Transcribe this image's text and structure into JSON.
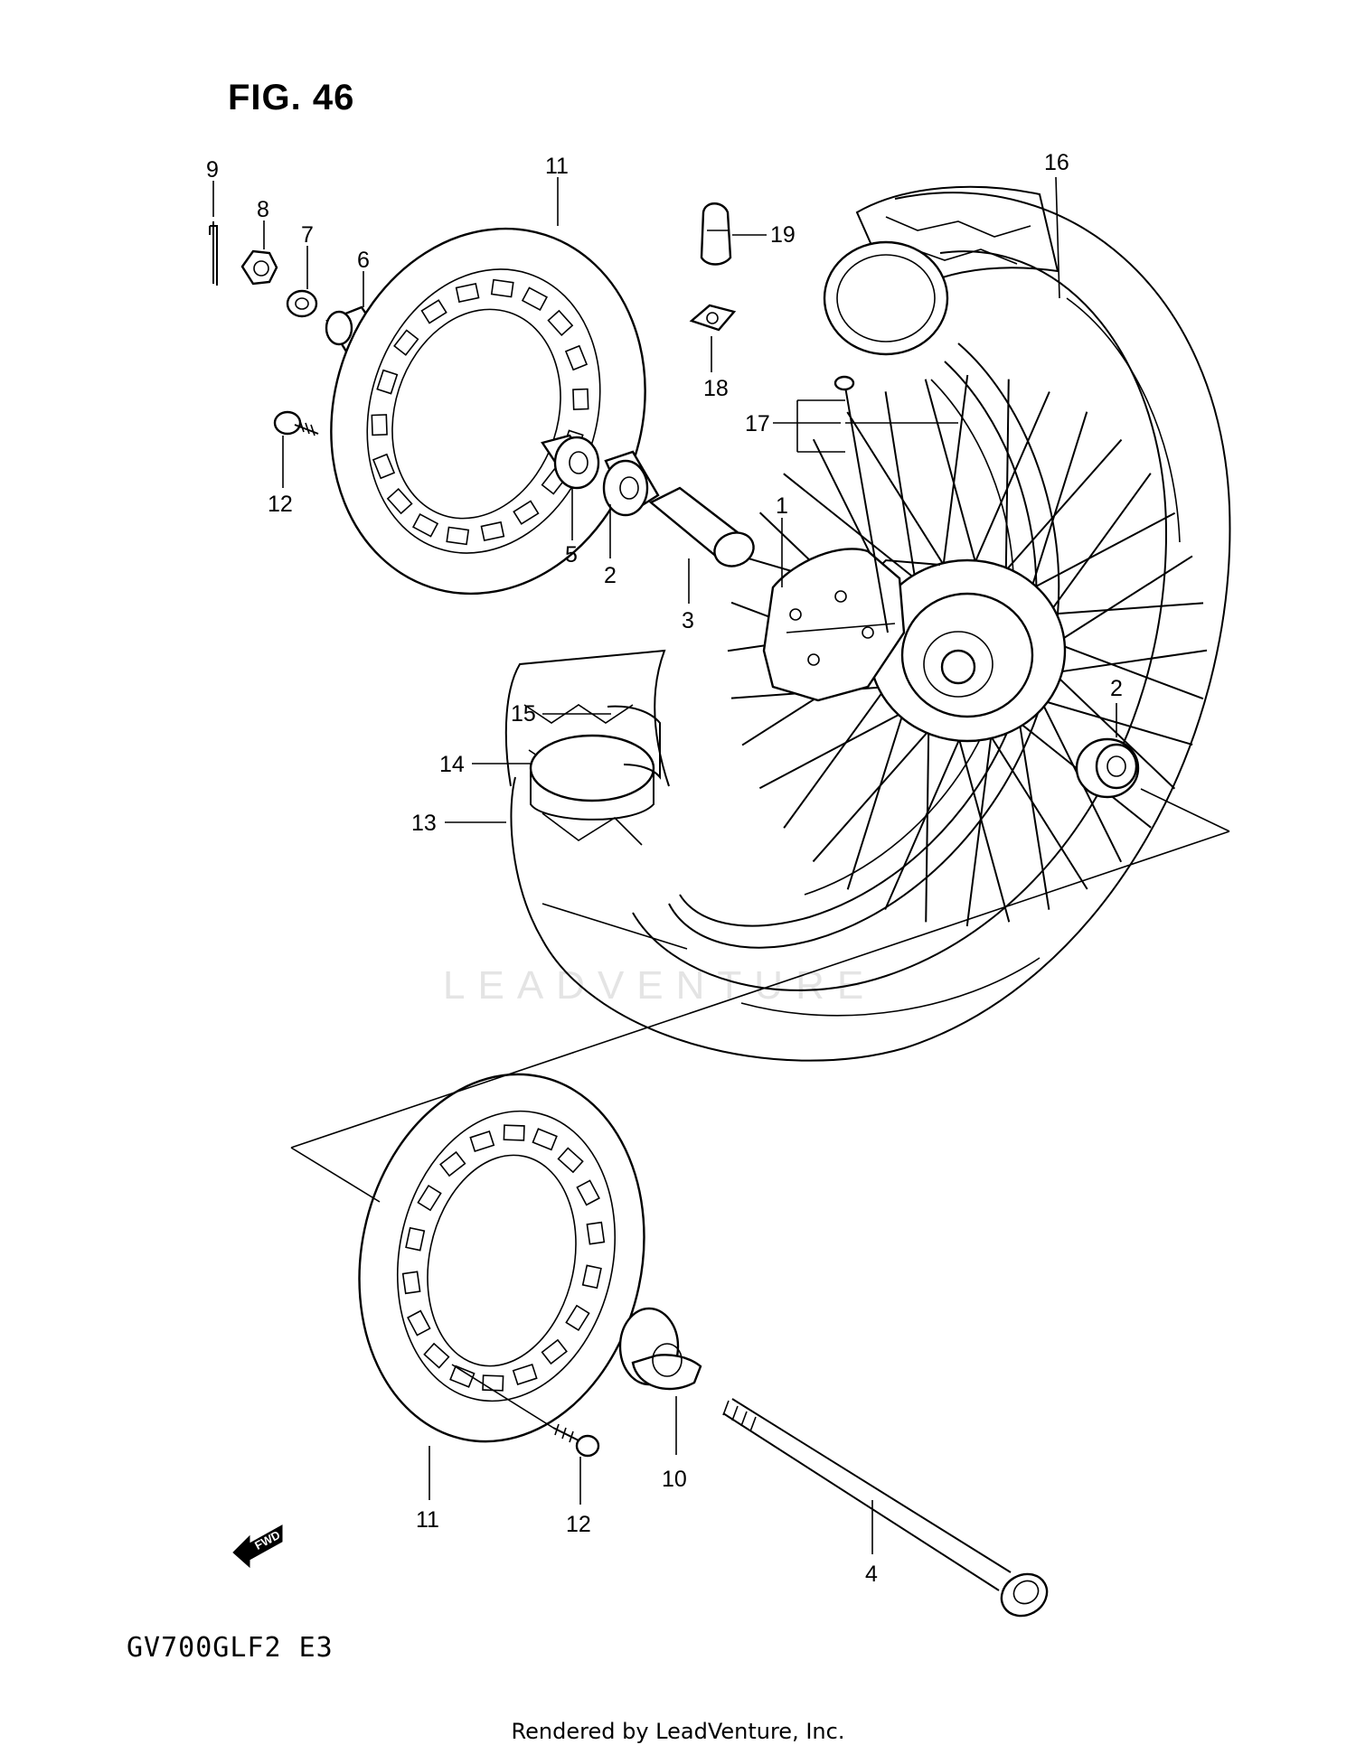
{
  "figure": {
    "title": "FIG. 46"
  },
  "model_code": "GV700GLF2  E3",
  "footer": "Rendered by LeadVenture, Inc.",
  "watermark": "LEADVENTURE",
  "fwd_marker": "FWD",
  "callouts": {
    "c1": "1",
    "c2a": "2",
    "c2b": "2",
    "c3": "3",
    "c4": "4",
    "c5": "5",
    "c6": "6",
    "c7": "7",
    "c8": "8",
    "c9": "9",
    "c10": "10",
    "c11a": "11",
    "c11b": "11",
    "c12a": "12",
    "c12b": "12",
    "c13": "13",
    "c14": "14",
    "c15": "15",
    "c16": "16",
    "c17": "17",
    "c18": "18",
    "c19": "19"
  },
  "colors": {
    "line": "#000000",
    "background": "#ffffff",
    "watermark": "#e4e4e4"
  }
}
